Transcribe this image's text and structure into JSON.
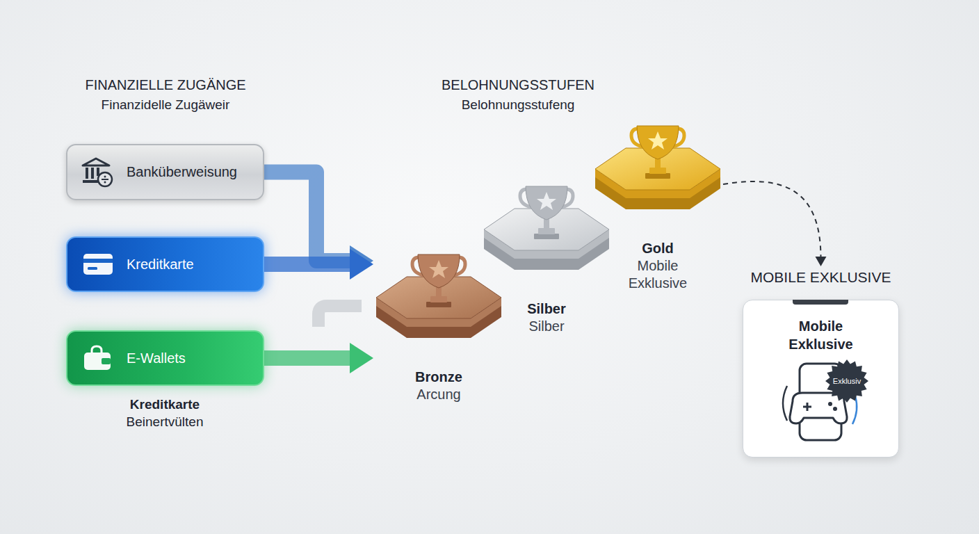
{
  "diagram": {
    "nodes": [
      {
        "text": [
          "Banküberweisung"
        ]
      },
      {
        "text": [
          "Kreditkarte"
        ]
      },
      {
        "text": [
          "E-Wallets"
        ]
      },
      {
        "text": [
          "Bronze",
          "Arcung"
        ]
      },
      {
        "text": [
          "Silber",
          "Silber"
        ]
      },
      {
        "text": [
          "Gold",
          "Mobile Exklusive"
        ]
      },
      {
        "text": [
          "MOBILE EXKLUSIVE",
          "Mobile Exklusive"
        ]
      },
      {
        "text": [
          "Exklusiv"
        ],
        "in": 6
      }
    ],
    "edges": [
      {
        "from": 0,
        "to": 3,
        "arrow": "to"
      },
      {
        "from": 1,
        "to": 3,
        "arrow": "to"
      },
      {
        "from": 2,
        "to": 3,
        "arrow": "to"
      },
      {
        "from": 5,
        "to": 6,
        "arrow": "to"
      }
    ],
    "labels": [
      "FINANZIELLE ZUGÄNGE",
      "Finanzidelle Zugäweir",
      "BELOHNUNGSSTUFEN",
      "Belohnungsstufeng",
      "Kreditkarte",
      "Beinertvülten"
    ]
  }
}
